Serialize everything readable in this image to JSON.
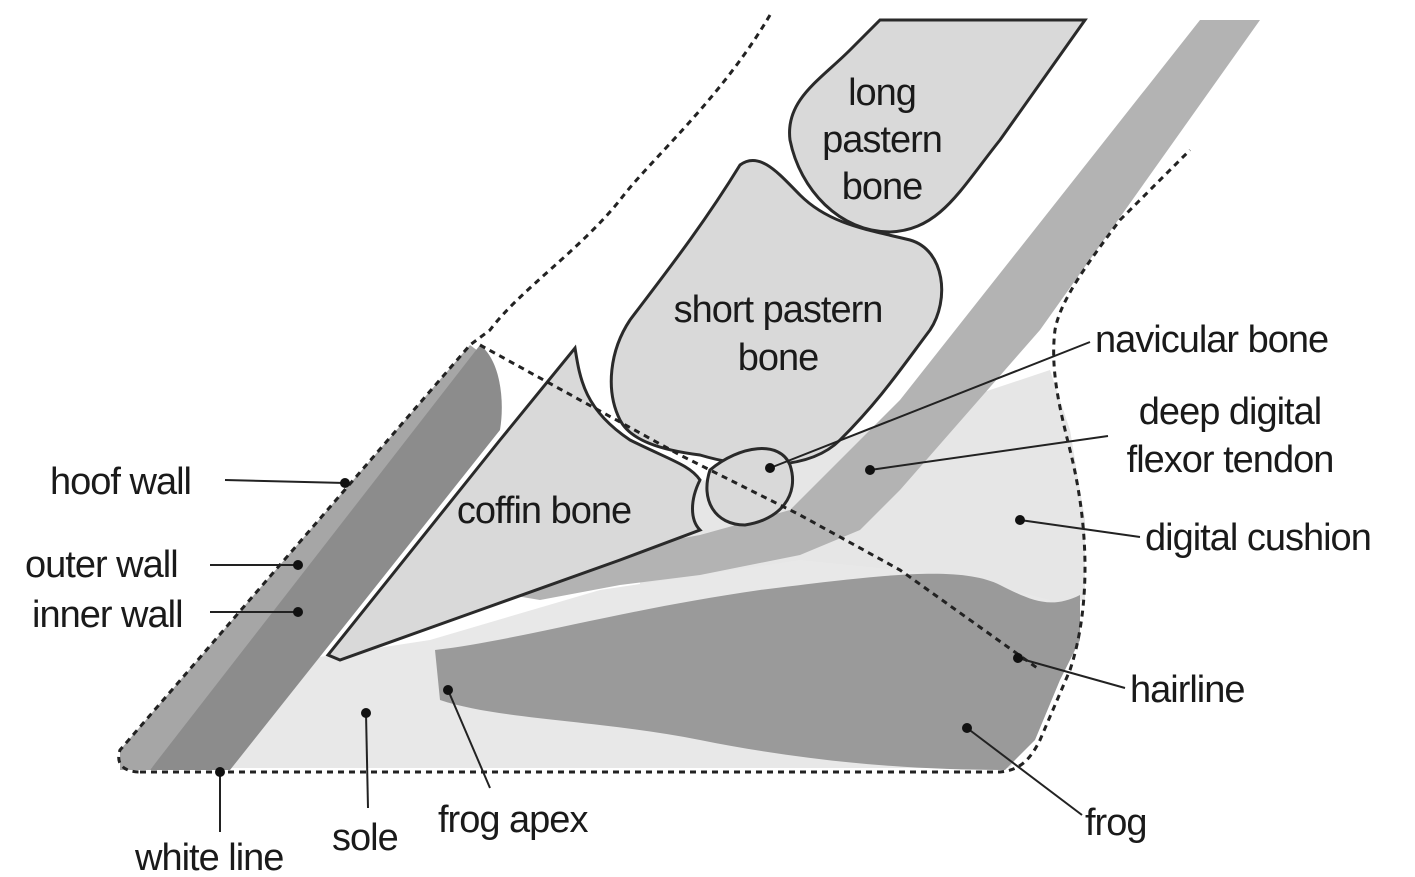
{
  "labels": {
    "long_pastern": [
      "long",
      "pastern",
      "bone"
    ],
    "short_pastern": [
      "short pastern",
      "bone"
    ],
    "coffin_bone": "coffin bone",
    "navicular_bone": "navicular bone",
    "deep_digital": [
      "deep digital",
      "flexor tendon"
    ],
    "digital_cushion": "digital cushion",
    "hairline": "hairline",
    "frog": "frog",
    "frog_apex": "frog apex",
    "sole": "sole",
    "white_line": "white line",
    "hoof_wall": "hoof wall",
    "outer_wall": "outer wall",
    "inner_wall": "inner wall"
  },
  "colors": {
    "bone": "#d9d9d9",
    "cushion": "#e6e6e6",
    "tendon": "#b3b3b3",
    "frog": "#9a9a9a",
    "outer_wall": "#a6a6a6",
    "inner_wall": "#8c8c8c",
    "sole": "#e8e8e8"
  }
}
